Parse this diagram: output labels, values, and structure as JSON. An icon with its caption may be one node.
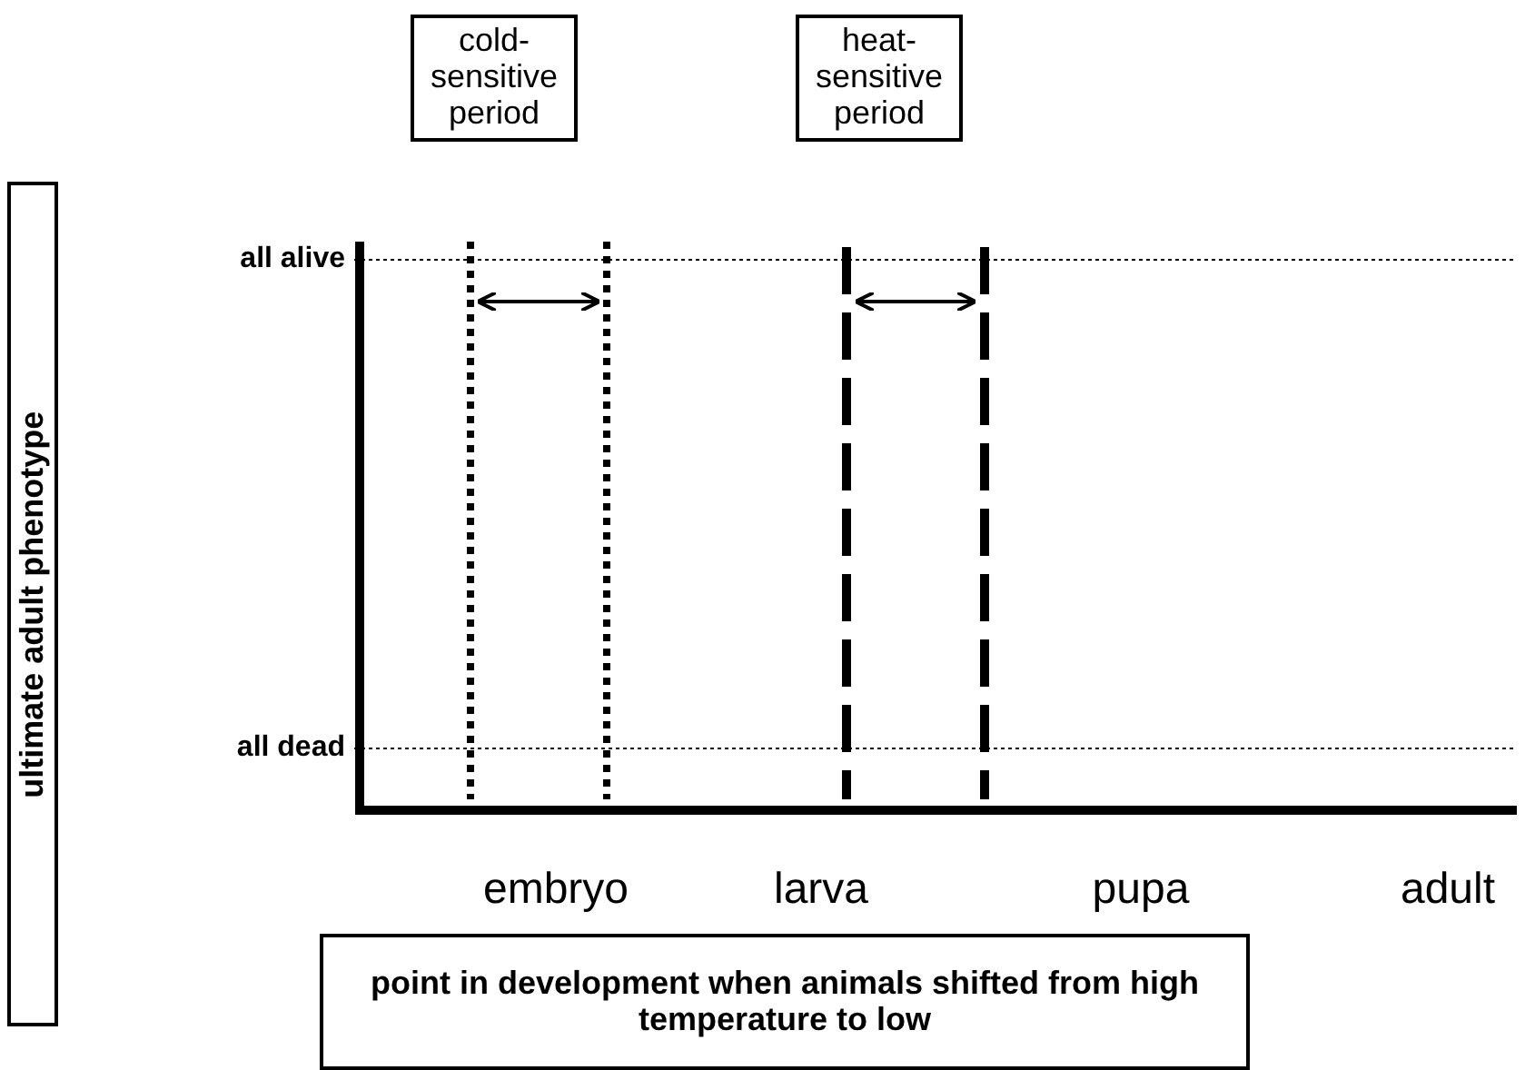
{
  "diagram": {
    "nodes": [
      {
        "text": [
          "cold-sensitive period"
        ]
      },
      {
        "text": [
          "heat-sensitive period"
        ]
      },
      {
        "text": [
          "ultimate adult phenotype"
        ]
      },
      {
        "text": [
          "point in development when animals shifted from high temperature to low"
        ]
      }
    ],
    "labels": [
      "all alive",
      "all dead",
      "embryo",
      "larva",
      "pupa",
      "adult"
    ]
  }
}
